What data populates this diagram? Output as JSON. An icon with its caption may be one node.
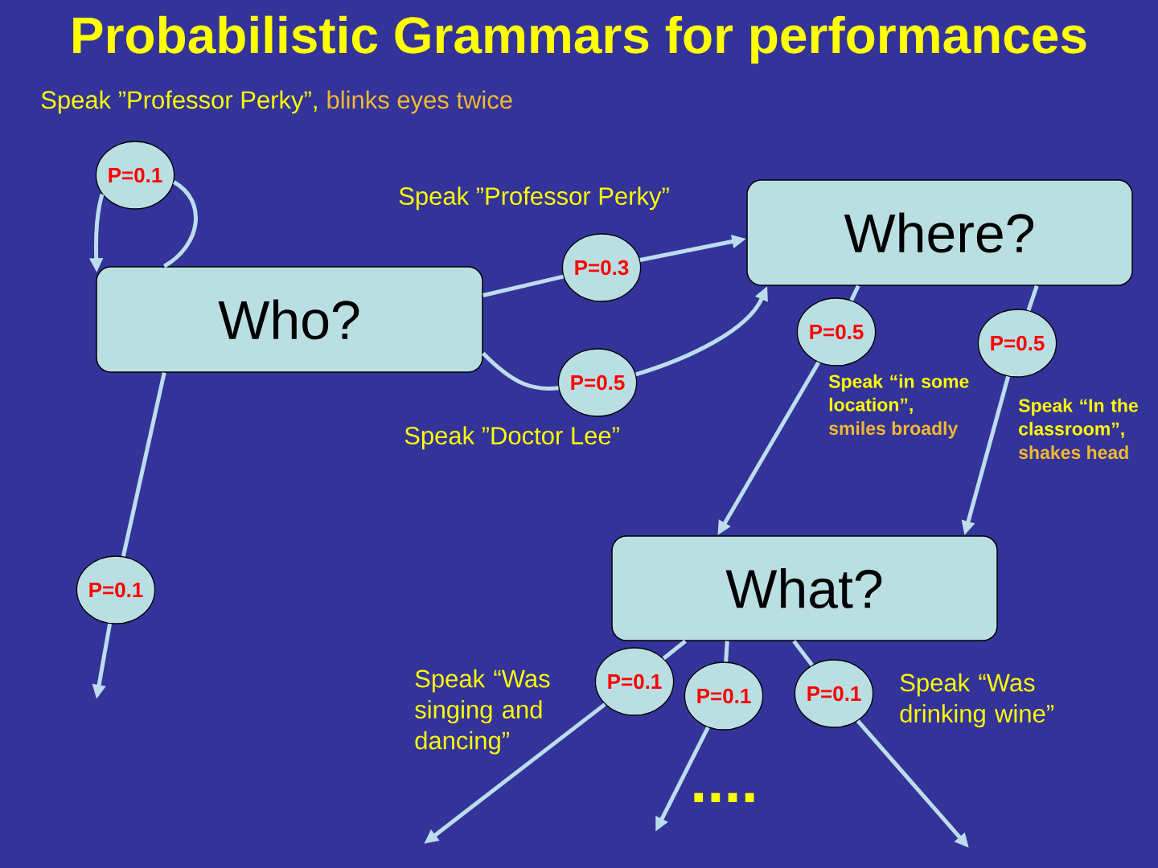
{
  "diagram": {
    "title": "Probabilistic Grammars for performances",
    "nodes": [
      {
        "text": [
          "P=0.1"
        ]
      },
      {
        "text": [
          "Where?"
        ]
      },
      {
        "text": [
          "P=0.3"
        ],
        "beside": [
          "Speak ”Professor Perky”"
        ]
      },
      {
        "text": [
          "Who?"
        ]
      },
      {
        "text": [
          "P=0.5"
        ],
        "beside": [
          "Speak “in some location”,",
          "smiles broadly"
        ]
      },
      {
        "text": [
          "P=0.5"
        ],
        "beside": [
          "Speak “In the classroom”,",
          "shakes head"
        ]
      },
      {
        "text": [
          "P=0.5"
        ],
        "beside": [
          "Speak ”Doctor Lee”"
        ]
      },
      {
        "text": [
          "What?"
        ]
      },
      {
        "text": [
          "P=0.1"
        ]
      },
      {
        "text": [
          "P=0.1"
        ],
        "beside": [
          "Speak “Was singing and dancing”"
        ]
      },
      {
        "text": [
          "P=0.1"
        ]
      },
      {
        "text": [
          "P=0.1"
        ],
        "beside": [
          "Speak “Was drinking wine”"
        ]
      }
    ],
    "edges": [
      {
        "from": 3,
        "to": 0,
        "arrow": "none"
      },
      {
        "from": 0,
        "to": 3,
        "arrow": "to"
      },
      {
        "from": 3,
        "to": 2,
        "arrow": "none"
      },
      {
        "from": 2,
        "to": 1,
        "arrow": "to"
      },
      {
        "from": 3,
        "to": 6,
        "arrow": "none"
      },
      {
        "from": 6,
        "to": 1,
        "arrow": "to"
      },
      {
        "from": 1,
        "to": 4,
        "arrow": "none"
      },
      {
        "from": 4,
        "to": 7,
        "arrow": "to"
      },
      {
        "from": 1,
        "to": 5,
        "arrow": "none"
      },
      {
        "from": 5,
        "to": 7,
        "arrow": "to"
      },
      {
        "from": 3,
        "to": 8,
        "arrow": "none"
      },
      {
        "from": 8,
        "to": null,
        "arrow": "to"
      },
      {
        "from": 7,
        "to": 9,
        "arrow": "none"
      },
      {
        "from": 9,
        "to": null,
        "arrow": "to"
      },
      {
        "from": 7,
        "to": 10,
        "arrow": "none"
      },
      {
        "from": 10,
        "to": null,
        "arrow": "to"
      },
      {
        "from": 7,
        "to": 11,
        "arrow": "none"
      },
      {
        "from": 11,
        "to": null,
        "arrow": "to"
      }
    ],
    "labels": [
      "Speak ”Professor Perky”,",
      "blinks eyes twice",
      "...."
    ]
  }
}
